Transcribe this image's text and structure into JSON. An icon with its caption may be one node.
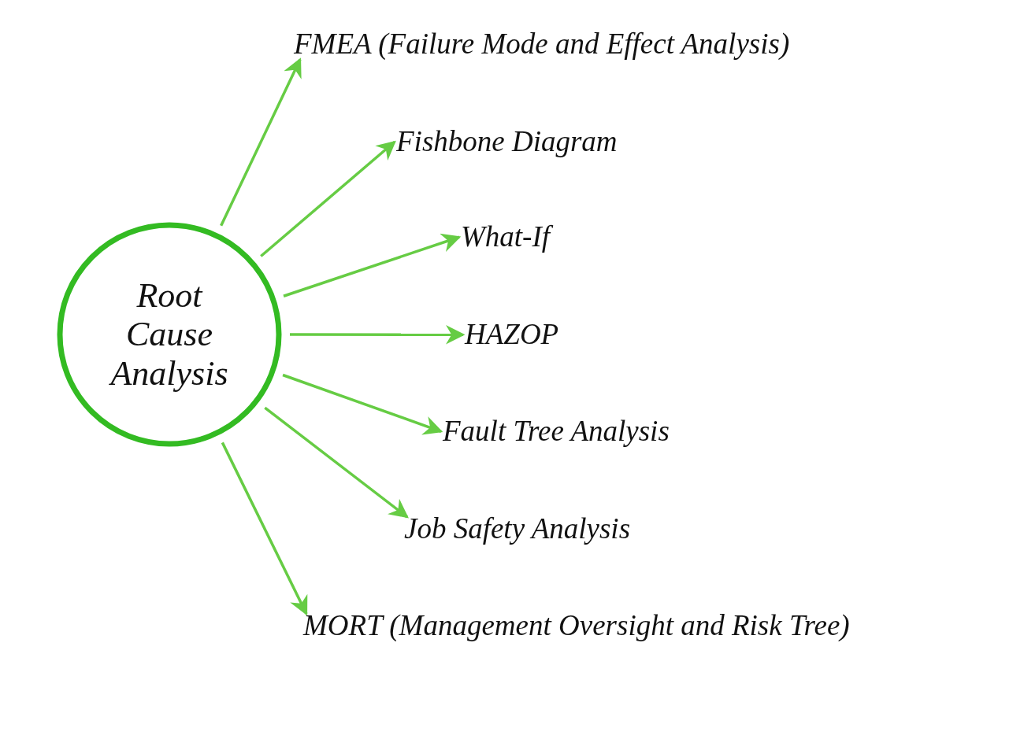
{
  "diagram": {
    "nodes": [
      {
        "text": [
          "Root Cause Analysis"
        ]
      },
      {
        "text": [
          "FMEA (Failure Mode and Effect Analysis)"
        ]
      },
      {
        "text": [
          "Fishbone Diagram"
        ]
      },
      {
        "text": [
          "What-If"
        ]
      },
      {
        "text": [
          "HAZOP"
        ]
      },
      {
        "text": [
          "Fault Tree Analysis"
        ]
      },
      {
        "text": [
          "Job Safety Analysis"
        ]
      },
      {
        "text": [
          "MORT (Management Oversight and Risk Tree)"
        ]
      }
    ],
    "edges": [
      {
        "from": 0,
        "to": 1,
        "arrow": "to"
      },
      {
        "from": 0,
        "to": 2,
        "arrow": "to"
      },
      {
        "from": 0,
        "to": 3,
        "arrow": "to"
      },
      {
        "from": 0,
        "to": 4,
        "arrow": "to"
      },
      {
        "from": 0,
        "to": 5,
        "arrow": "to"
      },
      {
        "from": 0,
        "to": 6,
        "arrow": "to"
      },
      {
        "from": 0,
        "to": 7,
        "arrow": "to"
      }
    ]
  }
}
